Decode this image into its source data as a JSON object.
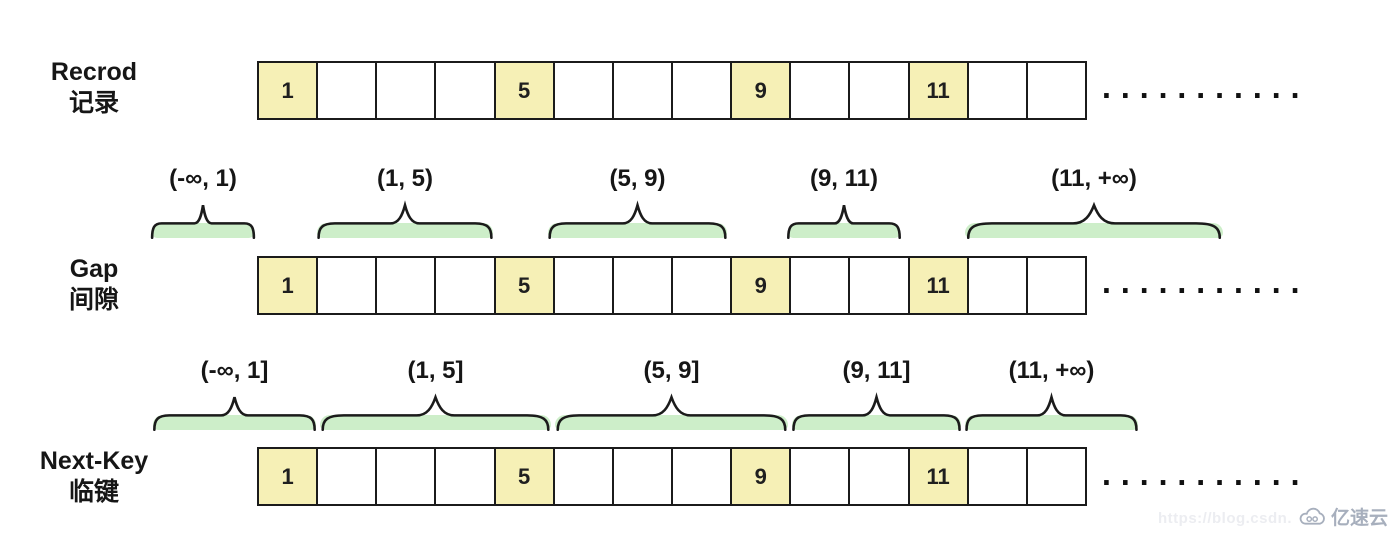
{
  "colors": {
    "background": "#ffffff",
    "cell_highlight": "#f6f0b6",
    "cell_border": "#1b1b1b",
    "gap_fill": "#cdeec9",
    "brace_stroke": "#1b1b1b",
    "text": "#161616",
    "watermark_url": "#ecedf1",
    "watermark_logo": "#a7afbd"
  },
  "cells": [
    "1",
    "",
    "",
    "",
    "5",
    "",
    "",
    "",
    "9",
    "",
    "",
    "11",
    "",
    ""
  ],
  "sections": [
    {
      "label": "Recrod",
      "sublabel": "记录"
    },
    {
      "label": "Gap",
      "sublabel": "间隙",
      "intervals": [
        "(-∞, 1)",
        "(1, 5)",
        "(5, 9)",
        "(9, 11)",
        "(11, +∞)"
      ]
    },
    {
      "label": "Next-Key",
      "sublabel": "临键",
      "intervals": [
        "(-∞, 1]",
        "(1, 5]",
        "(5, 9]",
        "(9, 11]",
        "(11, +∞)"
      ]
    }
  ],
  "ellipsis": "...........",
  "watermark": {
    "url": "https://blog.csdn.",
    "logo": "亿速云"
  }
}
